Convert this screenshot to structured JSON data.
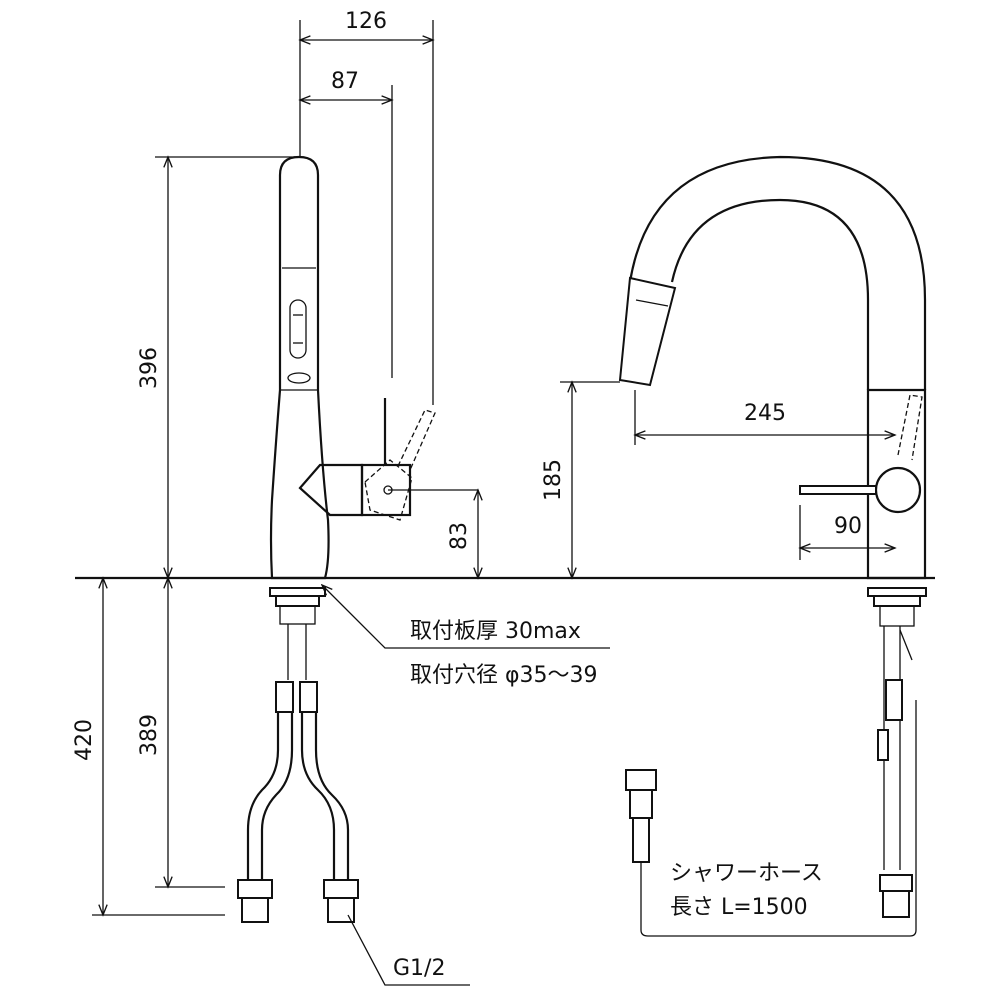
{
  "dimensions": {
    "handle_reach": "126",
    "handle_offset": "87",
    "total_height": "396",
    "handle_height": "83",
    "spout_clearance": "185",
    "spout_reach": "245",
    "handle_length": "90",
    "below_counter_total": "420",
    "below_counter_hose": "389"
  },
  "notes": {
    "mount_thickness": "取付板厚 30max",
    "mount_hole": "取付穴径 φ35～39",
    "thread": "G1/2",
    "shower_hose_label": "シャワーホース",
    "shower_hose_length": "長さ L=1500"
  }
}
